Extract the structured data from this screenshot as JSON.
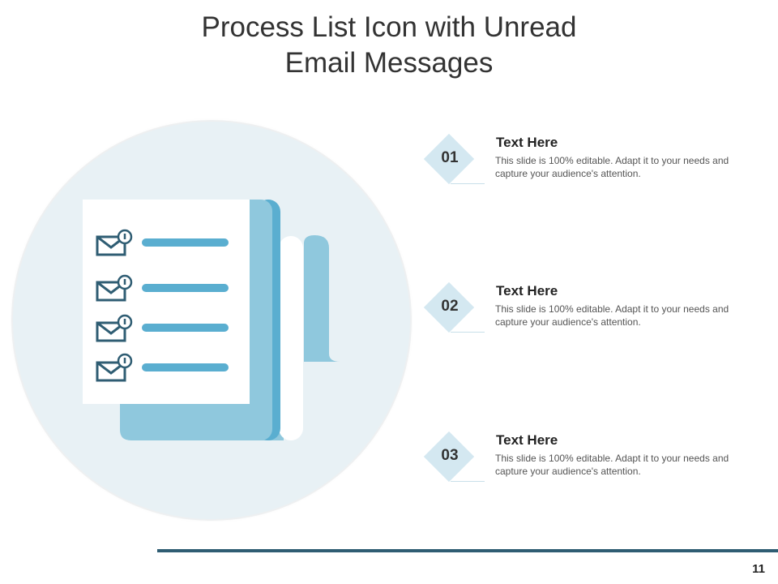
{
  "slide": {
    "title_line1": "Process List Icon with Unread",
    "title_line2": "Email Messages",
    "page_number": "11"
  },
  "steps": [
    {
      "number": "01",
      "title": "Text Here",
      "description": "This slide is 100% editable. Adapt it to your needs and capture your audience's attention."
    },
    {
      "number": "02",
      "title": "Text Here",
      "description": "This slide is 100% editable. Adapt it to your needs and capture your audience's attention."
    },
    {
      "number": "03",
      "title": "Text Here",
      "description": "This slide is 100% editable. Adapt it to your needs and capture your audience's attention."
    }
  ],
  "icon": {
    "name": "email-list-document-icon",
    "email_rows": 4
  },
  "colors": {
    "circle": "#e8f1f5",
    "accent_dark": "#2f5d73",
    "accent_mid": "#5aaed0",
    "accent_light": "#8fc8dd",
    "diamond": "#d4e8f1"
  }
}
